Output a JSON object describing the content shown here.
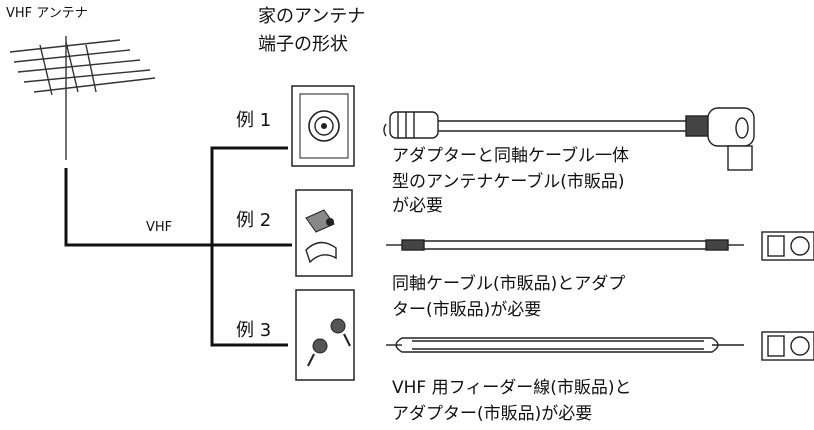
{
  "antenna_label": "VHF アンテナ",
  "terminal_heading": [
    "家のアンテナ",
    "端子の形状"
  ],
  "line_label": "VHF",
  "examples": [
    {
      "label": "例 1",
      "terminal_icon": "coaxial-socket-icon",
      "cable_icon": "coax-cable-with-adapter-icon",
      "description": [
        "アダプターと同軸ケーブル一体",
        "型のアンテナケーブル(市販品)",
        "が必要"
      ]
    },
    {
      "label": "例 2",
      "terminal_icon": "screw-terminal-with-fitting-icon",
      "cable_icon": "coax-cable-icon",
      "description": [
        "同軸ケーブル(市販品)とアダプ",
        "ター(市販品)が必要"
      ]
    },
    {
      "label": "例 3",
      "terminal_icon": "twin-screw-terminal-icon",
      "cable_icon": "feeder-wire-icon",
      "description": [
        "VHF 用フィーダー線(市販品)と",
        "アダプター(市販品)が必要"
      ]
    }
  ]
}
